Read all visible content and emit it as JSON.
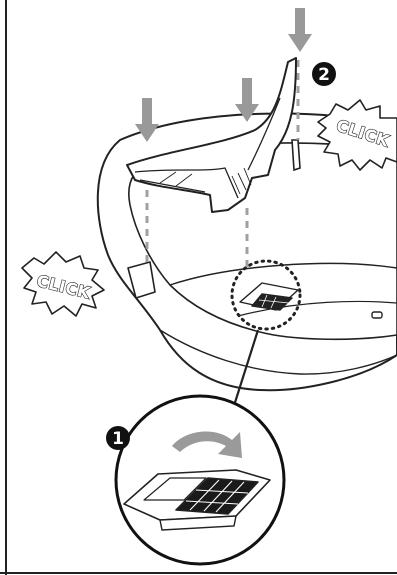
{
  "callouts": {
    "click_top_right": "CLICK",
    "click_left": "CLICK"
  },
  "steps": {
    "step_1": "1",
    "step_2": "2"
  },
  "colors": {
    "line": "#222222",
    "arrow": "#9a9a9a",
    "fill": "#ffffff"
  },
  "icons": {
    "down_arrow": "down-arrow-icon",
    "rotate_arrow": "curved-arrow-icon"
  }
}
